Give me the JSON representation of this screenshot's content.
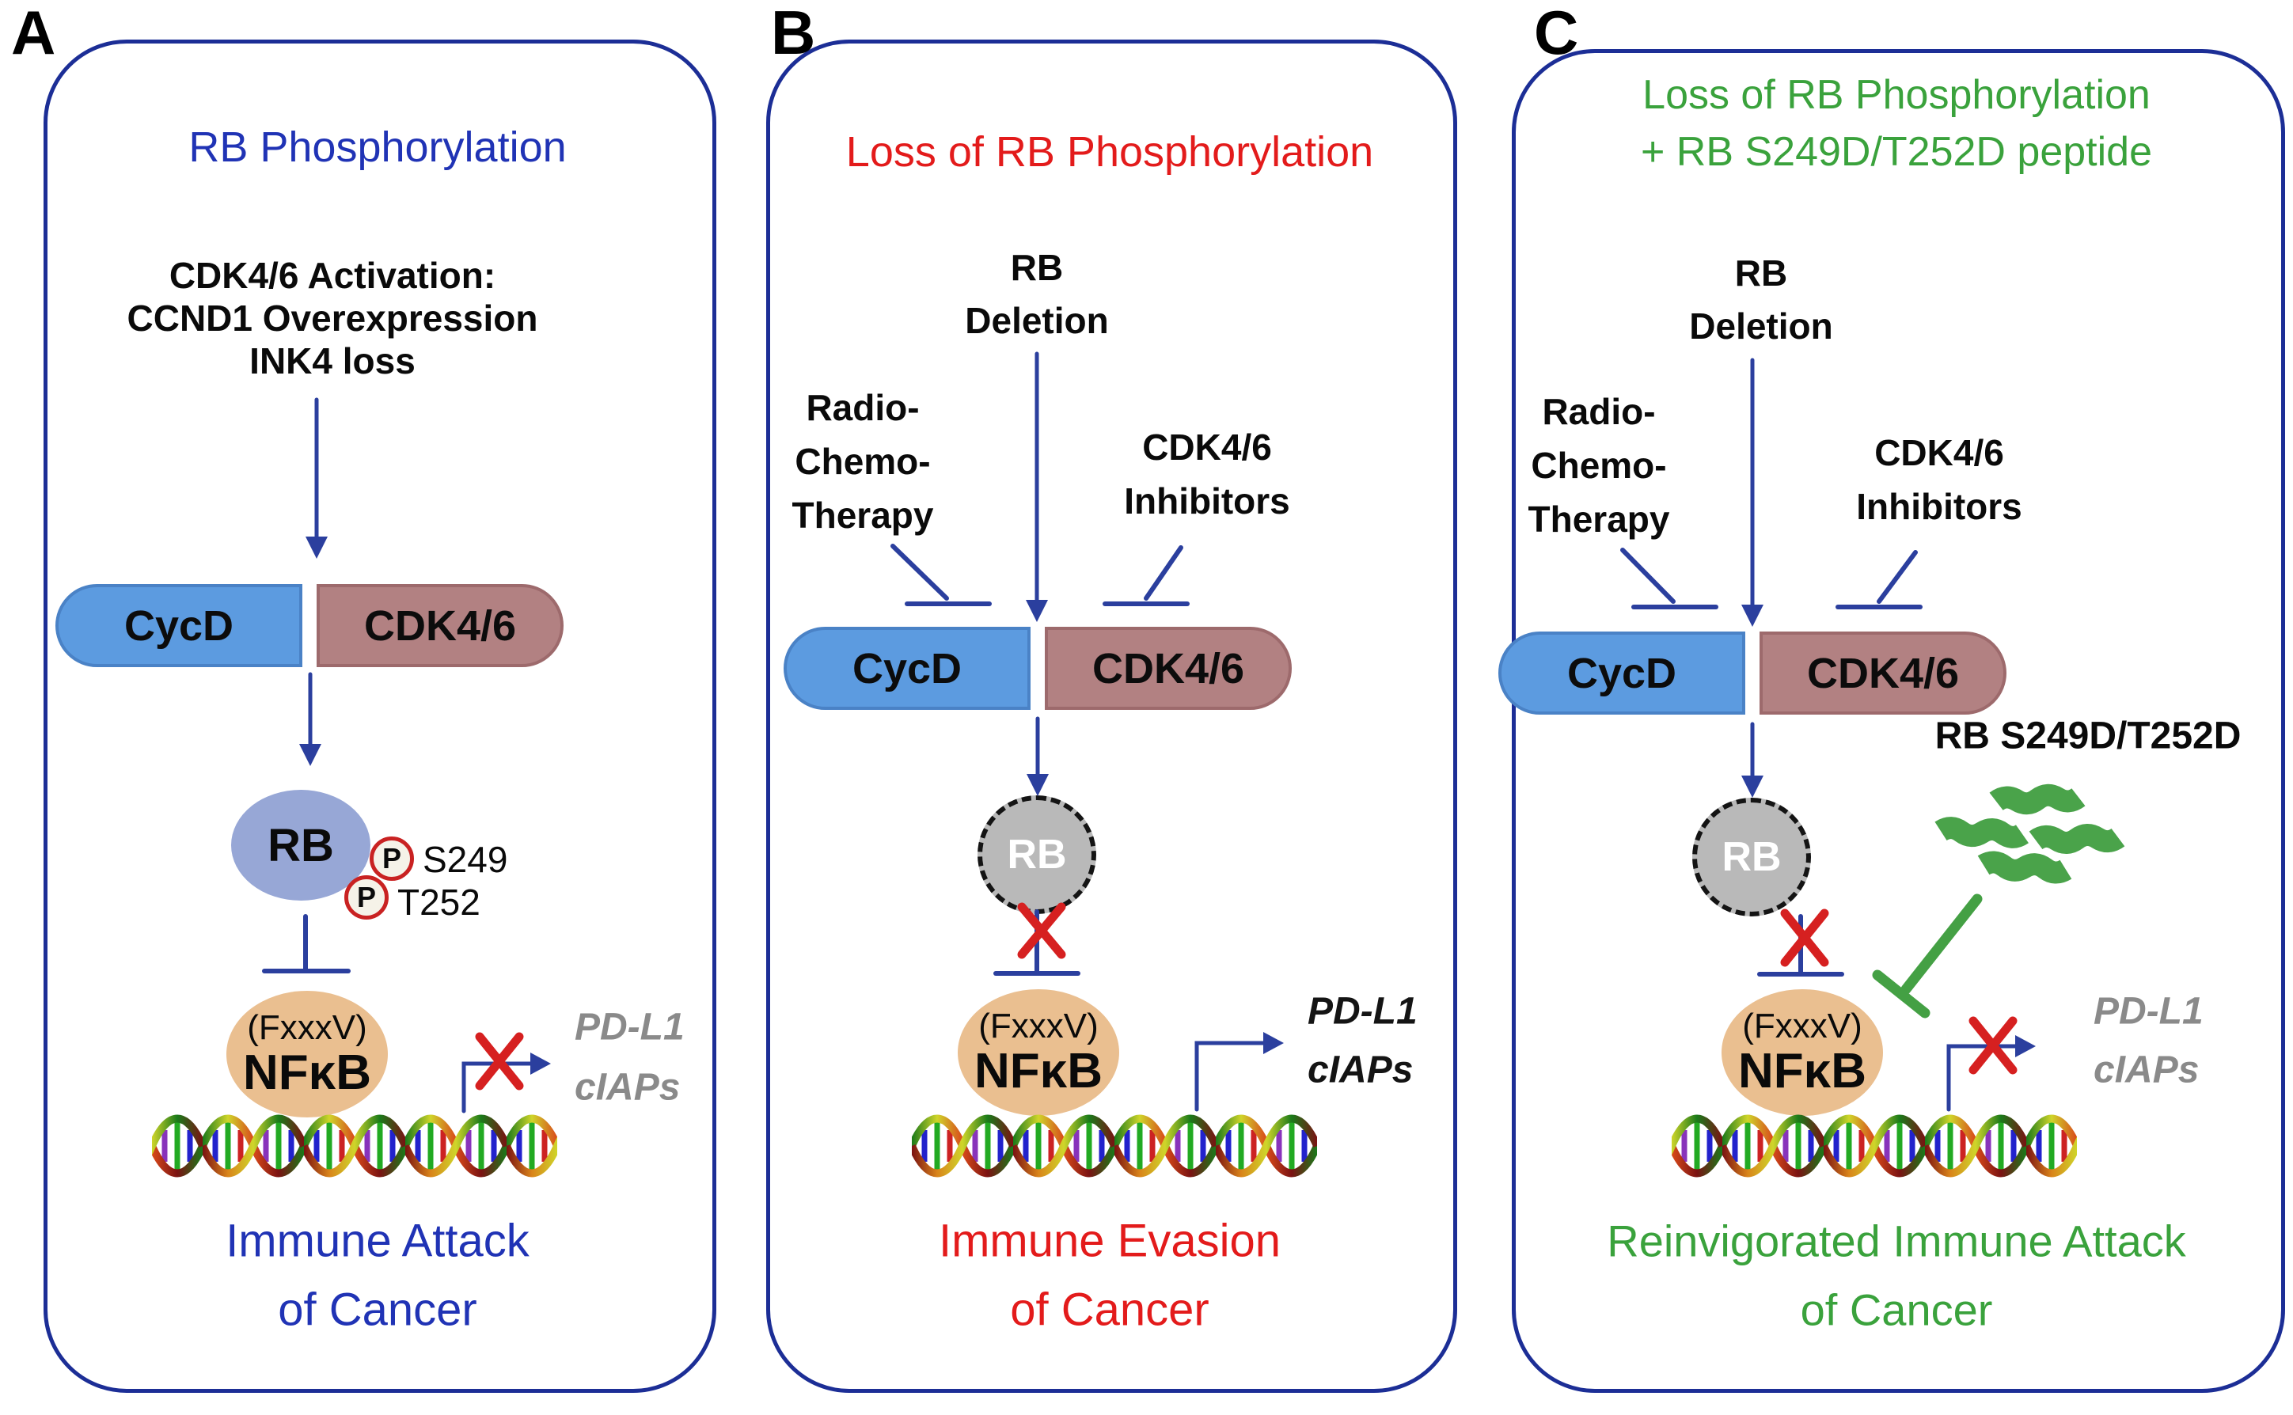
{
  "colors": {
    "panel_border": "#1c2e96",
    "connector_blue": "#2b3f9e",
    "title_blue": "#2033b5",
    "alert_red": "#e31b1b",
    "x_red": "#d62020",
    "green": "#3aa23c",
    "peptide_green": "#4aa34a",
    "cycd_fill": "#5c9be0",
    "cdk_fill": "#b28182",
    "rb_fill": "#97a7d6",
    "rb_inactive_fill": "#b9b9b9",
    "nfkb_fill": "#eabf90",
    "gene_gray": "#8a8a8a"
  },
  "icons": {
    "activation-arrow": "blue downward arrow",
    "inhibition-bar": "blue T-bar",
    "blocked-x": "red X",
    "phospho-badge": "red-circled P",
    "dna-helix": "multicolor double helix",
    "peptide-bar": "green wavy peptide segment"
  },
  "panels": {
    "a": {
      "label": "A",
      "title": "RB Phosphorylation",
      "stimulus": [
        "CDK4/6 Activation:",
        "CCND1 Overexpression",
        "INK4 loss"
      ],
      "complex": {
        "cycd": "CycD",
        "cdk": "CDK4/6"
      },
      "rb": "RB",
      "phospho": [
        {
          "p": "P",
          "site": "S249"
        },
        {
          "p": "P",
          "site": "T252"
        }
      ],
      "nfkb": {
        "motif": "(FxxxV)",
        "name": "NFκB"
      },
      "genes": [
        "PD-L1",
        "cIAPs"
      ],
      "outcome": [
        "Immune Attack",
        "of Cancer"
      ]
    },
    "b": {
      "label": "B",
      "title": "Loss of RB Phosphorylation",
      "inputs": {
        "deletion": [
          "RB",
          "Deletion"
        ],
        "radio": [
          "Radio-",
          "Chemo-",
          "Therapy"
        ],
        "inhibitors": [
          "CDK4/6",
          "Inhibitors"
        ]
      },
      "complex": {
        "cycd": "CycD",
        "cdk": "CDK4/6"
      },
      "rb": "RB",
      "nfkb": {
        "motif": "(FxxxV)",
        "name": "NFκB"
      },
      "genes": [
        "PD-L1",
        "cIAPs"
      ],
      "outcome": [
        "Immune Evasion",
        "of Cancer"
      ]
    },
    "c": {
      "label": "C",
      "title": [
        "Loss of RB Phosphorylation",
        "+ RB S249D/T252D peptide"
      ],
      "inputs": {
        "deletion": [
          "RB",
          "Deletion"
        ],
        "radio": [
          "Radio-",
          "Chemo-",
          "Therapy"
        ],
        "inhibitors": [
          "CDK4/6",
          "Inhibitors"
        ]
      },
      "complex": {
        "cycd": "CycD",
        "cdk": "CDK4/6"
      },
      "rb": "RB",
      "peptide_label": "RB S249D/T252D",
      "nfkb": {
        "motif": "(FxxxV)",
        "name": "NFκB"
      },
      "genes": [
        "PD-L1",
        "cIAPs"
      ],
      "outcome": [
        "Reinvigorated Immune Attack",
        "of Cancer"
      ]
    }
  }
}
